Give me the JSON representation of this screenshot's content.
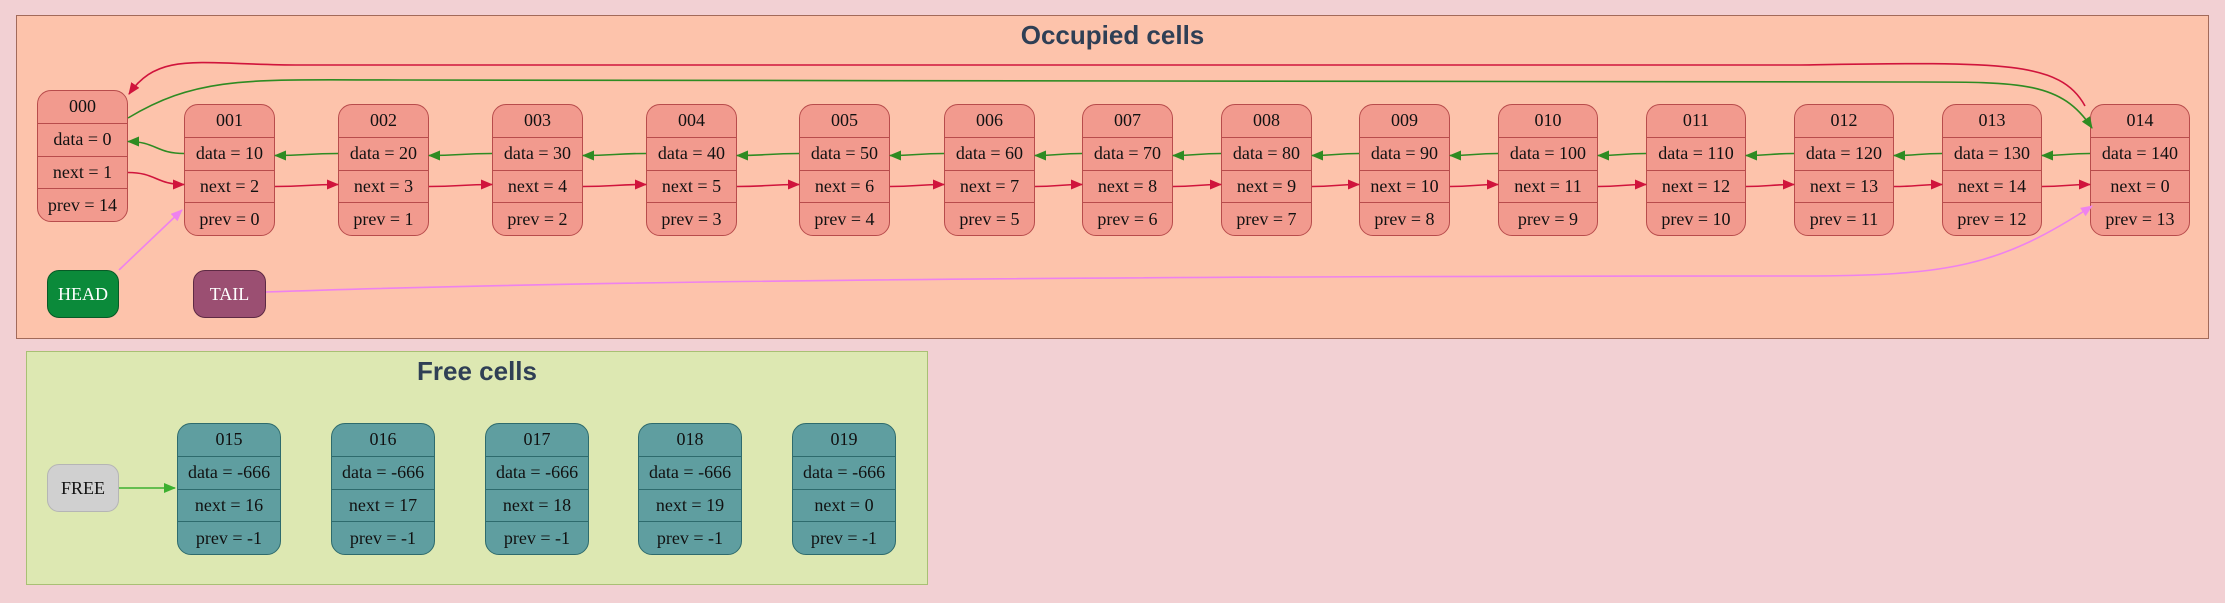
{
  "occupied": {
    "title": "Occupied cells",
    "head_label": "HEAD",
    "tail_label": "TAIL",
    "nodes": [
      {
        "id": "000",
        "data": "data = 0",
        "next": "next = 1",
        "prev": "prev = 14"
      },
      {
        "id": "001",
        "data": "data = 10",
        "next": "next = 2",
        "prev": "prev = 0"
      },
      {
        "id": "002",
        "data": "data = 20",
        "next": "next = 3",
        "prev": "prev = 1"
      },
      {
        "id": "003",
        "data": "data = 30",
        "next": "next = 4",
        "prev": "prev = 2"
      },
      {
        "id": "004",
        "data": "data = 40",
        "next": "next = 5",
        "prev": "prev = 3"
      },
      {
        "id": "005",
        "data": "data = 50",
        "next": "next = 6",
        "prev": "prev = 4"
      },
      {
        "id": "006",
        "data": "data = 60",
        "next": "next = 7",
        "prev": "prev = 5"
      },
      {
        "id": "007",
        "data": "data = 70",
        "next": "next = 8",
        "prev": "prev = 6"
      },
      {
        "id": "008",
        "data": "data = 80",
        "next": "next = 9",
        "prev": "prev = 7"
      },
      {
        "id": "009",
        "data": "data = 90",
        "next": "next = 10",
        "prev": "prev = 8"
      },
      {
        "id": "010",
        "data": "data = 100",
        "next": "next = 11",
        "prev": "prev = 9"
      },
      {
        "id": "011",
        "data": "data = 110",
        "next": "next = 12",
        "prev": "prev = 10"
      },
      {
        "id": "012",
        "data": "data = 120",
        "next": "next = 13",
        "prev": "prev = 11"
      },
      {
        "id": "013",
        "data": "data = 130",
        "next": "next = 14",
        "prev": "prev = 12"
      },
      {
        "id": "014",
        "data": "data = 140",
        "next": "next = 0",
        "prev": "prev = 13"
      }
    ]
  },
  "free": {
    "title": "Free cells",
    "free_label": "FREE",
    "nodes": [
      {
        "id": "015",
        "data": "data = -666",
        "next": "next = 16",
        "prev": "prev = -1"
      },
      {
        "id": "016",
        "data": "data = -666",
        "next": "next = 17",
        "prev": "prev = -1"
      },
      {
        "id": "017",
        "data": "data = -666",
        "next": "next = 18",
        "prev": "prev = -1"
      },
      {
        "id": "018",
        "data": "data = -666",
        "next": "next = 19",
        "prev": "prev = -1"
      },
      {
        "id": "019",
        "data": "data = -666",
        "next": "next = 0",
        "prev": "prev = -1"
      }
    ]
  },
  "colors": {
    "next_edge": "#d0143c",
    "prev_edge": "#2e8b22",
    "head_edge": "#ee82ee",
    "free_edge": "#3cb030"
  }
}
